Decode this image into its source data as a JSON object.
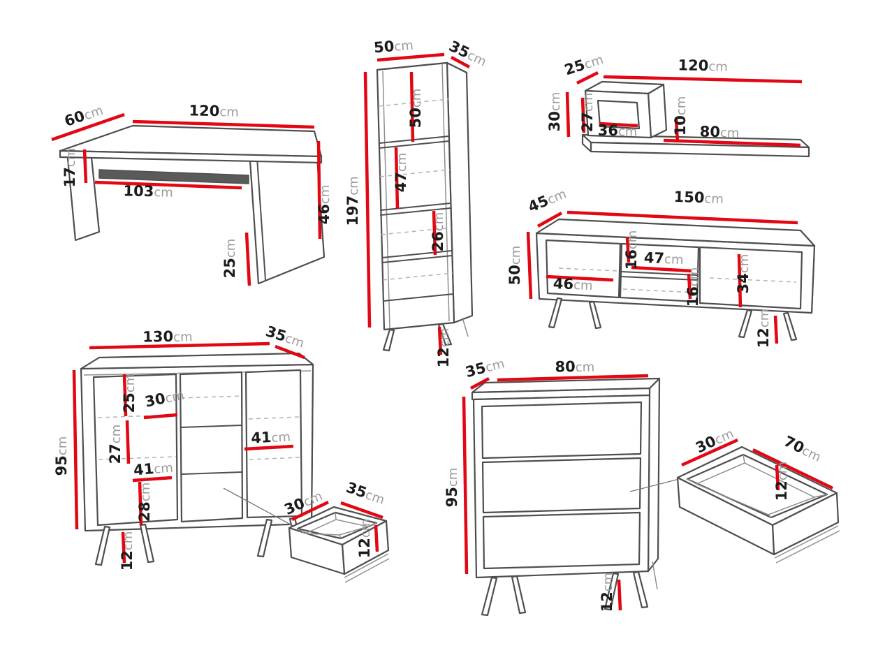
{
  "unit": "cm",
  "colors": {
    "dimension_line": "#e30613",
    "outline": "#4e4e4e",
    "background": "#ffffff"
  },
  "desk": {
    "depth": "60",
    "width": "120",
    "apron_height": "17",
    "inner_width": "103",
    "height": "46",
    "side_height": "25"
  },
  "tall_cabinet": {
    "width": "50",
    "depth": "35",
    "top_section": "50",
    "middle_section": "47",
    "lower_shelf": "26",
    "height": "197",
    "leg_height": "12"
  },
  "wall_shelf": {
    "depth": "25",
    "width": "120",
    "height": "30",
    "inner_height": "27",
    "inner_width": "36",
    "drop": "10",
    "shelf_width": "80"
  },
  "tv_stand": {
    "depth": "45",
    "width": "150",
    "height": "50",
    "niche_top": "16",
    "niche_width": "47",
    "door_width": "46",
    "niche_bottom": "16",
    "door_height": "34",
    "leg_height": "12"
  },
  "sideboard": {
    "width": "130",
    "depth": "35",
    "top_section": "25",
    "drawer_width": "30",
    "middle_section": "27",
    "drawer_height": "41",
    "door_width": "41",
    "bottom_section": "28",
    "height": "95",
    "leg_height": "12"
  },
  "small_drawer": {
    "depth": "30",
    "width": "35",
    "height": "12"
  },
  "chest": {
    "depth": "35",
    "width": "80",
    "height": "95",
    "leg_height": "12"
  },
  "large_drawer": {
    "depth": "30",
    "width": "70",
    "height": "12"
  }
}
